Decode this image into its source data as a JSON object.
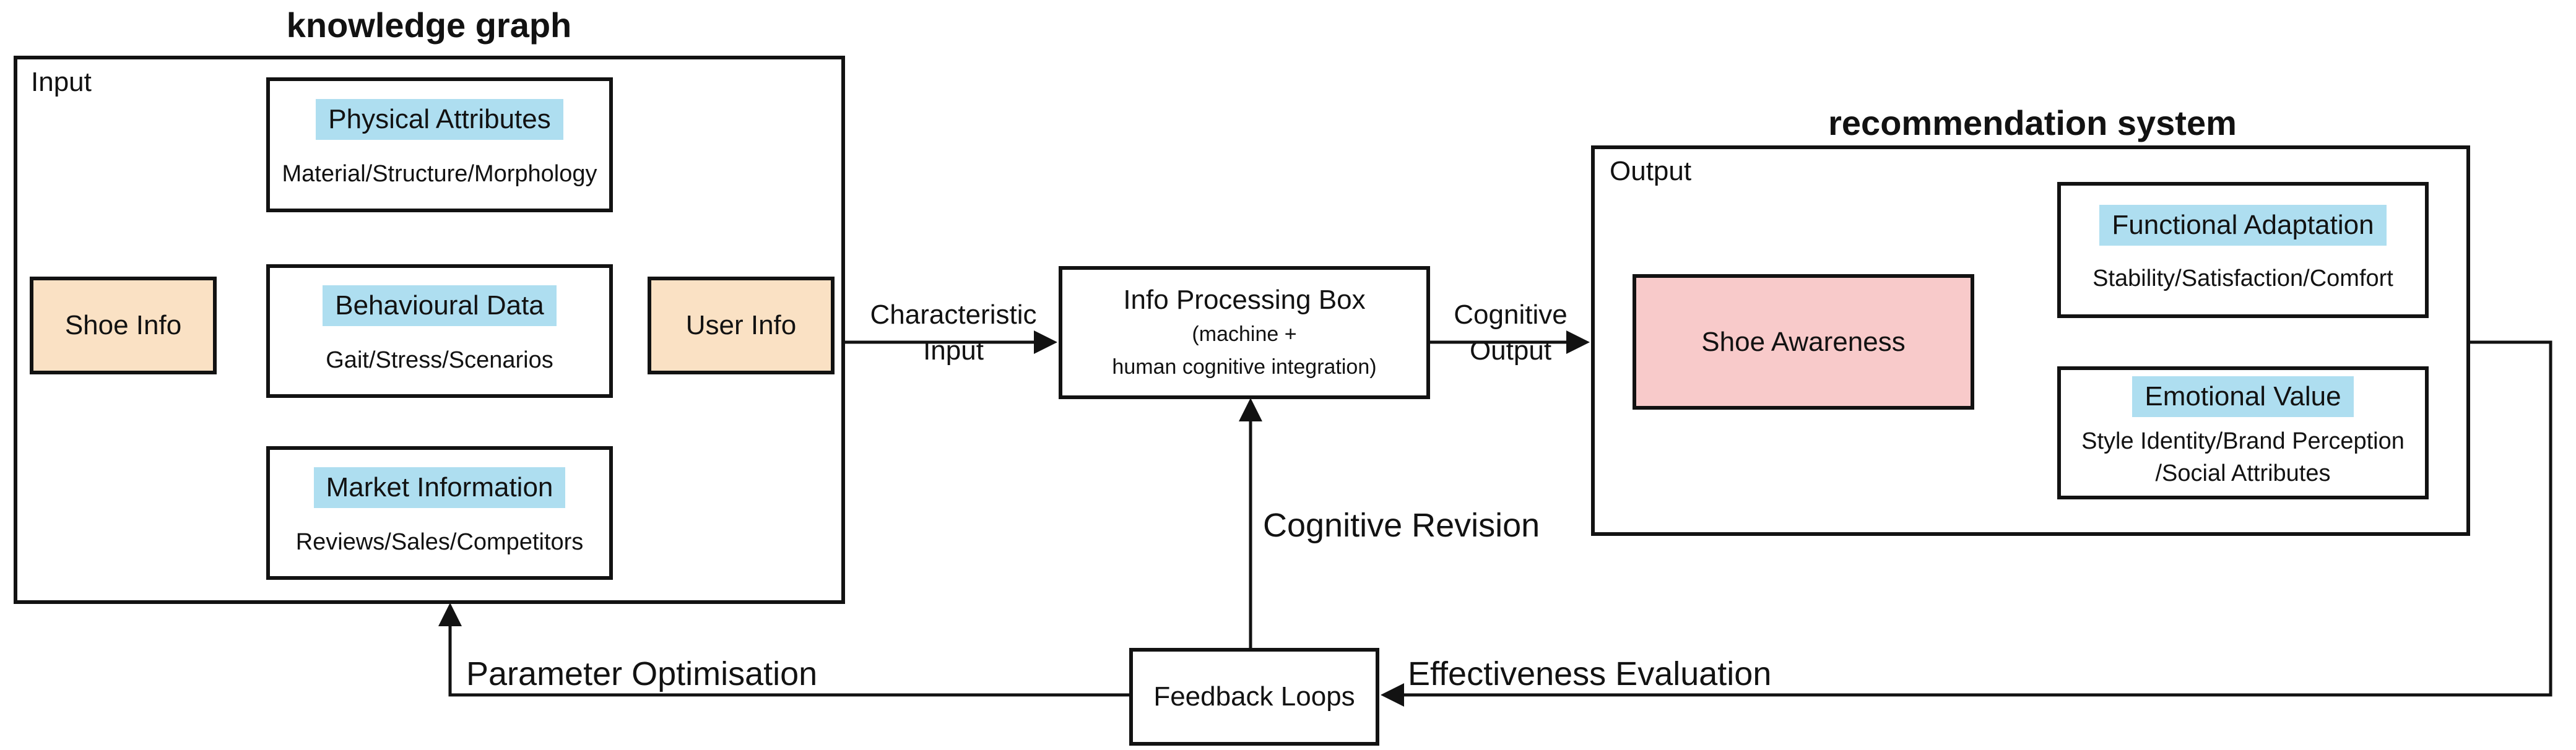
{
  "diagram": {
    "knowledge_graph": {
      "title": "knowledge graph",
      "region_label": "Input",
      "shoe_info": "Shoe Info",
      "user_info": "User Info",
      "physical": {
        "title": "Physical Attributes",
        "subtitle": "Material/Structure/Morphology"
      },
      "behavioural": {
        "title": "Behavioural Data",
        "subtitle": "Gait/Stress/Scenarios"
      },
      "market": {
        "title": "Market Information",
        "subtitle": "Reviews/Sales/Competitors"
      }
    },
    "processing": {
      "title": "Info Processing Box",
      "sub_line1": "(machine +",
      "sub_line2": "human cognitive integration)"
    },
    "recommendation": {
      "title": "recommendation system",
      "region_label": "Output",
      "shoe_awareness": "Shoe Awareness",
      "functional": {
        "title": "Functional Adaptation",
        "subtitle": "Stability/Satisfaction/Comfort"
      },
      "emotional": {
        "title": "Emotional Value",
        "subtitle_line1": "Style Identity/Brand Perception",
        "subtitle_line2": "/Social Attributes"
      }
    },
    "flow_labels": {
      "characteristic_line1": "Characteristic",
      "characteristic_line2": "Input",
      "cognitive_line1": "Cognitive",
      "cognitive_line2": "Output"
    },
    "feedback": {
      "box_label": "Feedback Loops",
      "cognitive_revision": "Cognitive Revision",
      "parameter_optimisation": "Parameter Optimisation",
      "effectiveness_evaluation": "Effectiveness Evaluation"
    },
    "colors": {
      "peach": "#FAE1C4",
      "blue": "#AEDEF0",
      "pink": "#F8CACA",
      "line": "#121212"
    }
  }
}
